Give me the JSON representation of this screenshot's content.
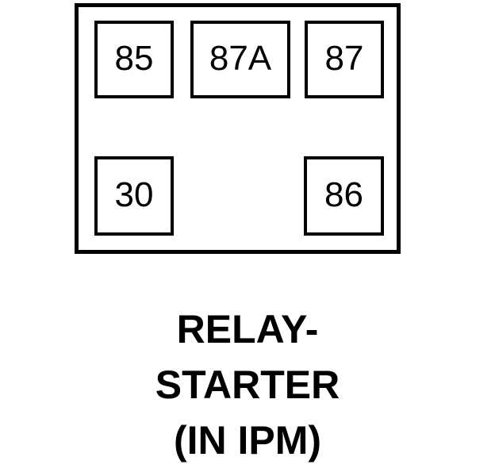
{
  "diagram": {
    "type": "automotive-relay-terminal-layout",
    "housing": {
      "name": "relay-housing"
    },
    "pins": [
      {
        "id": "pin-85",
        "label": "85",
        "row": "top",
        "position": "left"
      },
      {
        "id": "pin-87a",
        "label": "87A",
        "row": "top",
        "position": "center"
      },
      {
        "id": "pin-87",
        "label": "87",
        "row": "top",
        "position": "right"
      },
      {
        "id": "pin-30",
        "label": "30",
        "row": "bottom",
        "position": "left"
      },
      {
        "id": "pin-86",
        "label": "86",
        "row": "bottom",
        "position": "right"
      }
    ]
  },
  "caption": {
    "lines": [
      "RELAY-",
      "STARTER",
      "(IN IPM)"
    ],
    "full_text": "RELAY-STARTER (IN IPM)"
  },
  "colors": {
    "stroke": "#000000",
    "background": "#ffffff",
    "text": "#000000"
  }
}
